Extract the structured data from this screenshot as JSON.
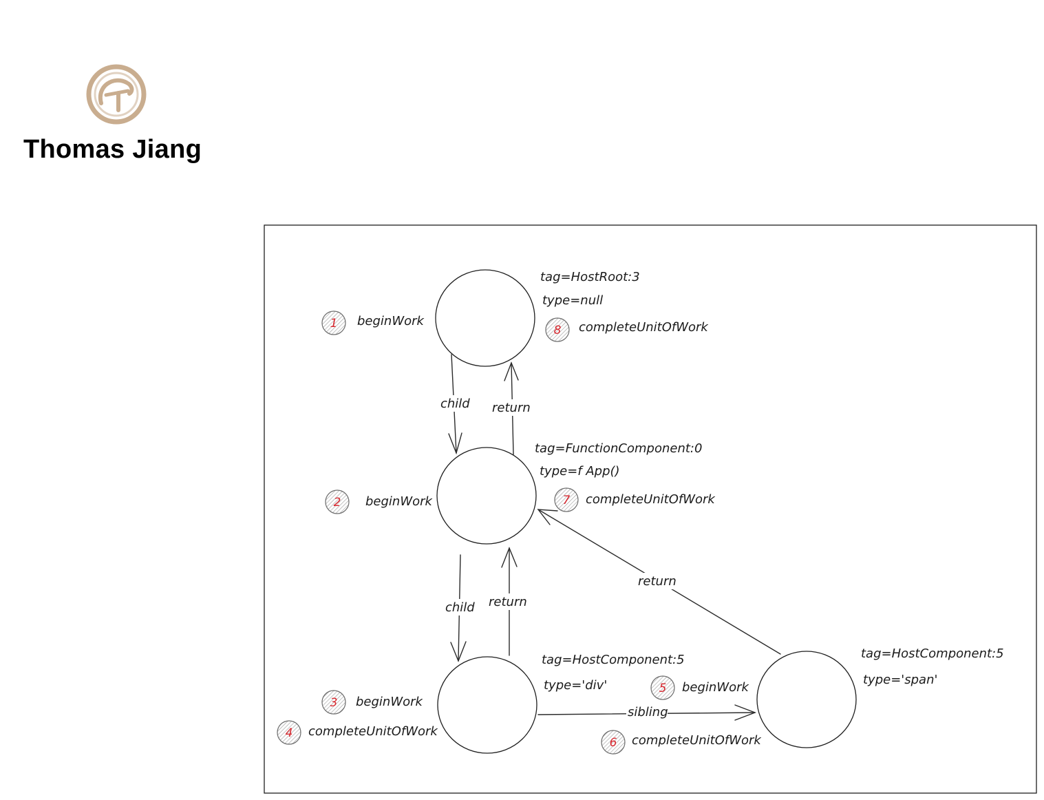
{
  "brand": {
    "name": "Thomas Jiang",
    "logo_icon": "brush-circle-logo-icon",
    "logo_color": "#c9ad8f"
  },
  "diagram": {
    "nodes": [
      {
        "id": "root",
        "info": [
          "tag=HostRoot:3",
          "type=null"
        ]
      },
      {
        "id": "app",
        "info": [
          "tag=FunctionComponent:0",
          "type=f App()"
        ]
      },
      {
        "id": "div",
        "info": [
          "tag=HostComponent:5",
          "type='div'"
        ]
      },
      {
        "id": "span",
        "info": [
          "tag=HostComponent:5",
          "type='span'"
        ]
      }
    ],
    "edges": [
      {
        "from": "root",
        "to": "app",
        "label": "child"
      },
      {
        "from": "app",
        "to": "root",
        "label": "return"
      },
      {
        "from": "app",
        "to": "div",
        "label": "child"
      },
      {
        "from": "div",
        "to": "app",
        "label": "return"
      },
      {
        "from": "div",
        "to": "span",
        "label": "sibling"
      },
      {
        "from": "span",
        "to": "app",
        "label": "return"
      }
    ],
    "steps": [
      {
        "num": "1",
        "label": "beginWork"
      },
      {
        "num": "2",
        "label": "beginWork"
      },
      {
        "num": "3",
        "label": "beginWork"
      },
      {
        "num": "4",
        "label": "completeUnitOfWork"
      },
      {
        "num": "5",
        "label": "beginWork"
      },
      {
        "num": "6",
        "label": "completeUnitOfWork"
      },
      {
        "num": "7",
        "label": "completeUnitOfWork"
      },
      {
        "num": "8",
        "label": "completeUnitOfWork"
      }
    ],
    "step_number_color": "#d7282f"
  }
}
